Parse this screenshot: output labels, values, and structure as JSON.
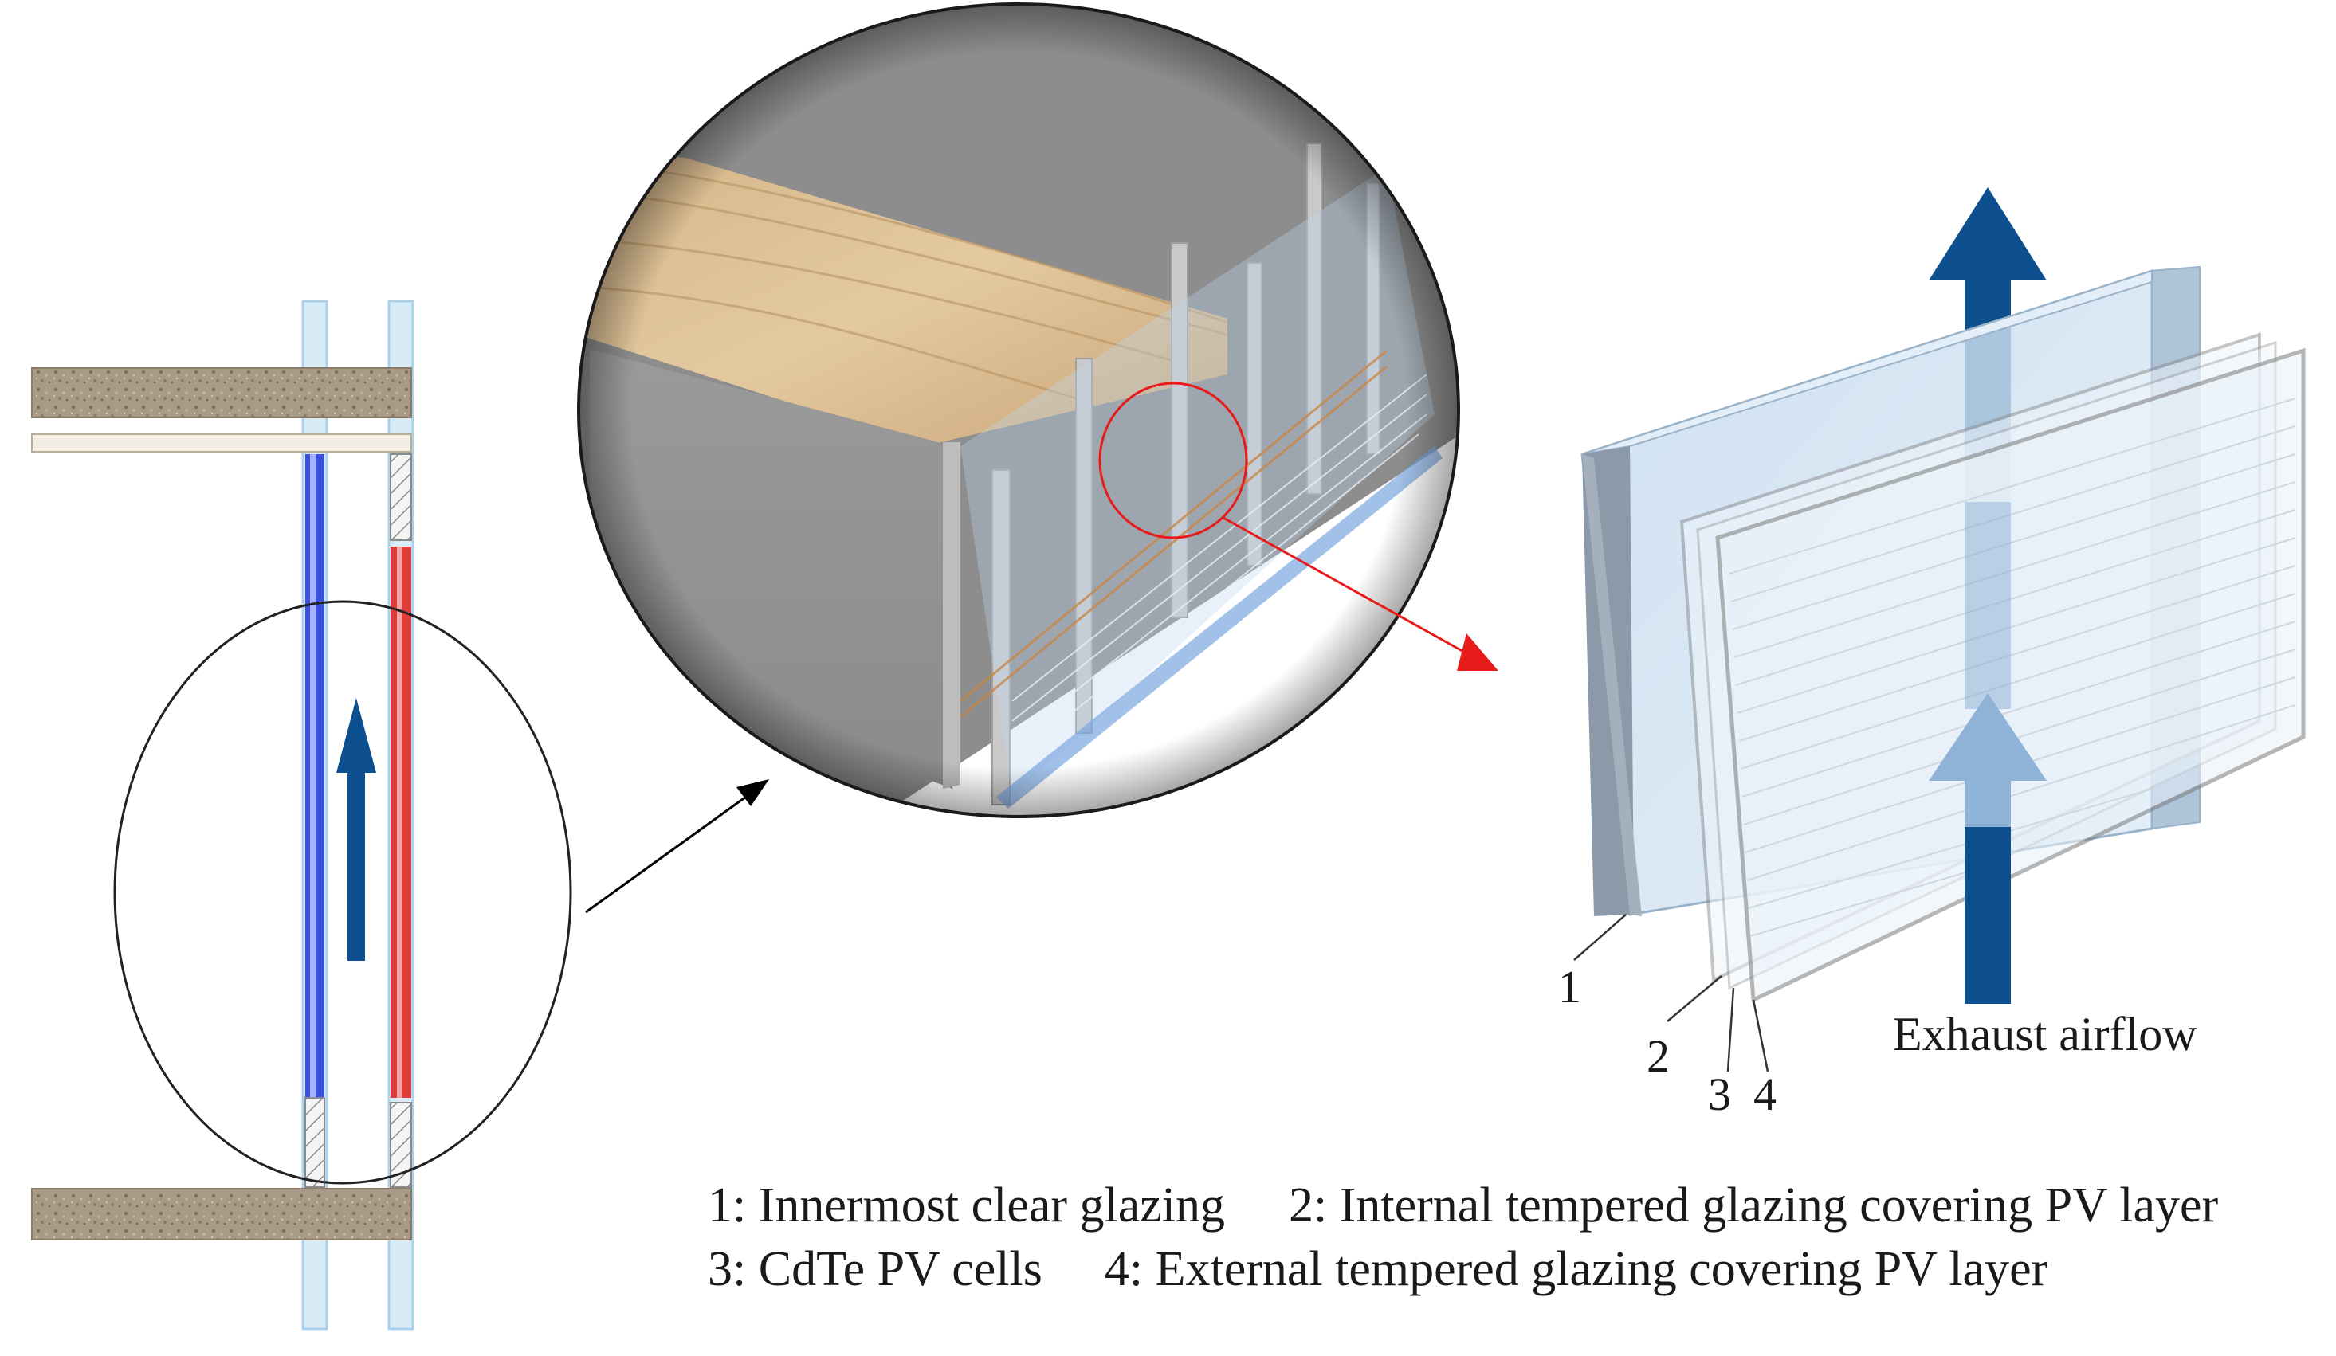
{
  "diagram": {
    "part_numbers": [
      "1",
      "2",
      "3",
      "4"
    ],
    "airflow_label": "Exhaust airflow",
    "legend": {
      "row1": [
        "1: Innermost clear glazing",
        "2: Internal tempered glazing covering PV layer"
      ],
      "row2": [
        "3: CdTe PV cells",
        "4: External tempered glazing covering PV layer"
      ]
    },
    "colors": {
      "airflow_arrow": "#0e4f8f",
      "inner_glazing": "#3b4fe0",
      "outer_pv_layer": "#e23b3b",
      "zoom_arrow": "#e81b1b",
      "slab": "#a99a87",
      "glass": "#cfe3f3"
    }
  }
}
